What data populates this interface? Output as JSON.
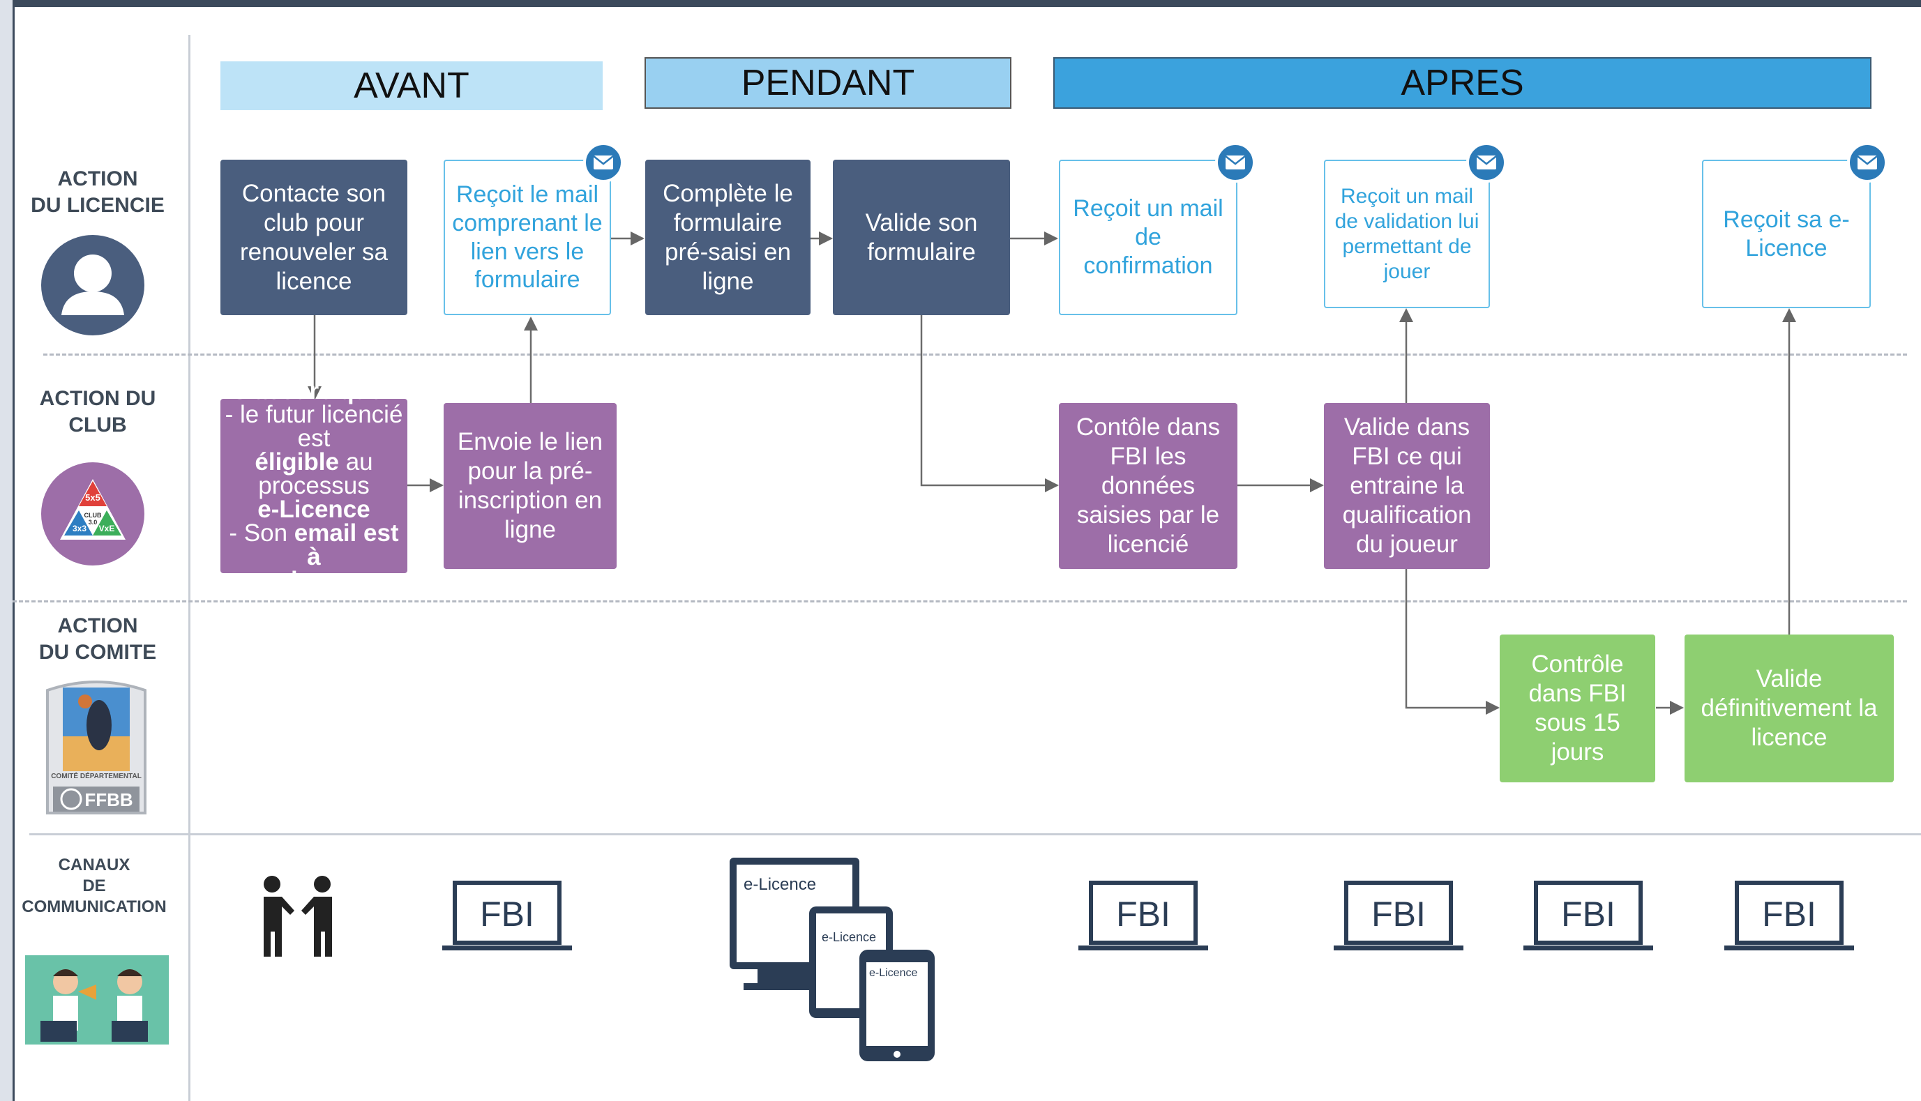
{
  "phases": {
    "avant": "AVANT",
    "pendant": "PENDANT",
    "apres": "APRES"
  },
  "rows": {
    "licencie": [
      "ACTION",
      "DU LICENCIE"
    ],
    "club": [
      "ACTION DU",
      "CLUB"
    ],
    "comite": [
      "ACTION",
      "DU COMITE"
    ],
    "canaux": [
      "CANAUX",
      "DE",
      "COMMUNICATION"
    ]
  },
  "licencie_boxes": {
    "contacte": "Contacte son club pour renouveler sa licence",
    "recoit_mail_lien": "Reçoit le mail comprenant le lien vers le formulaire",
    "complete": "Complète le formulaire pré-saisi en ligne",
    "valide_form": "Valide son formulaire",
    "recoit_confirmation": "Reçoit un mail de confirmation",
    "recoit_validation": "Reçoit un mail de validation lui permettant de jouer",
    "recoit_licence": "Reçoit sa e-Licence"
  },
  "club_boxes": {
    "assure": {
      "l1_bold": "S'assure que",
      "l1_rest": " :",
      "l2": "- le futur licencié est",
      "l3_bold": "éligible",
      "l3_rest": " au",
      "l4": "processus",
      "l5_bold": "e-Licence",
      "l6": "- Son ",
      "l6_bold": "email est à",
      "l7_bold": "jour"
    },
    "envoie": "Envoie le lien pour la pré-inscription en ligne",
    "controle": "Contôle dans FBI les données saisies par le licencié",
    "valide_fbi": "Valide dans FBI ce qui entraine la qualification du joueur"
  },
  "comite_boxes": {
    "controle15": "Contrôle dans FBI sous 15 jours",
    "valide_def": "Valide définitivement la licence"
  },
  "logos": {
    "club_triangle": {
      "top": "5x5",
      "center_1": "CLUB",
      "center_2": "3.0",
      "left": "3x3",
      "right": "VxE"
    },
    "comite_badge": {
      "caption": "COMITÉ DÉPARTEMENTAL",
      "brand": "FFBB"
    }
  },
  "channels": {
    "fbi_label": "FBI",
    "elicence_label": "e-Licence"
  },
  "colors": {
    "navy": "#4a5e7e",
    "outline_blue": "#31a3dc",
    "purple": "#9d6ea8",
    "green": "#8ecf71",
    "mail_badge": "#2b7ab8"
  }
}
